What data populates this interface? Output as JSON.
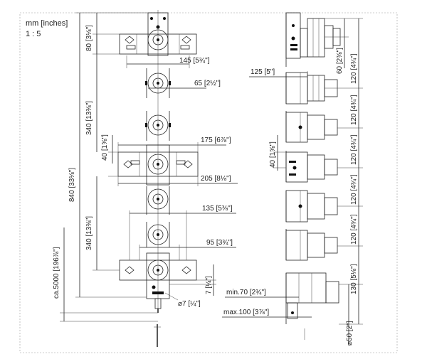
{
  "header": {
    "units": "mm [inches]",
    "scale": "1 : 5"
  },
  "front_view": {
    "dim_80": "80",
    "dim_80_in": "3⅛\"",
    "dim_340_top": "340",
    "dim_340_top_in": "13⅜\"",
    "dim_840": "840",
    "dim_840_in": "33⅛\"",
    "dim_40": "40",
    "dim_40_in": "1⅝\"",
    "dim_340_bot": "340",
    "dim_340_bot_in": "13⅜\"",
    "dim_5000": "ca.5000",
    "dim_5000_in": "196⅞\"",
    "dim_145": "145",
    "dim_145_in": "5¾\"",
    "dim_65": "65",
    "dim_65_in": "2½\"",
    "dim_175": "175",
    "dim_175_in": "6⅞\"",
    "dim_205": "205",
    "dim_205_in": "8⅛\"",
    "dim_135": "135",
    "dim_135_in": "5⅜\"",
    "dim_95": "95",
    "dim_95_in": "3¾\"",
    "dim_7": "7",
    "dim_7_in": "¼\"",
    "dim_dia7": "⌀7",
    "dim_dia7_in": "¼\""
  },
  "side_view": {
    "dim_125": "125",
    "dim_125_in": "5\"",
    "dim_60": "60",
    "dim_60_in": "2⅜\"",
    "dim_120": "120",
    "dim_120_in": "4¾\"",
    "dim_40": "40",
    "dim_40_in": "1⅝\"",
    "dim_130": "130",
    "dim_130_in": "5⅛\"",
    "dim_min70": "min.70",
    "dim_min70_in": "2¾\"",
    "dim_max100": "max.100",
    "dim_max100_in": "3⅞\"",
    "dim_dia50": "⌀50",
    "dim_dia50_in": "2\""
  }
}
